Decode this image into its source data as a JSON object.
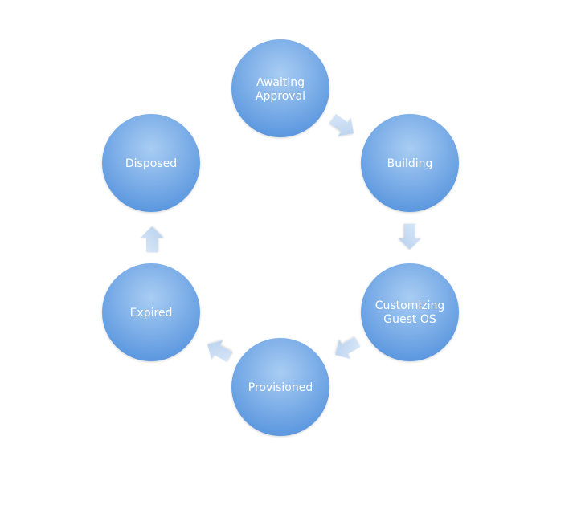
{
  "diagram": {
    "nodes": [
      {
        "id": "awaiting-approval",
        "lines": [
          "Awaiting",
          "Approval"
        ]
      },
      {
        "id": "building",
        "lines": [
          "Building"
        ]
      },
      {
        "id": "customizing-guest-os",
        "lines": [
          "Customizing",
          "Guest OS"
        ]
      },
      {
        "id": "provisioned",
        "lines": [
          "Provisioned"
        ]
      },
      {
        "id": "expired",
        "lines": [
          "Expired"
        ]
      },
      {
        "id": "disposed",
        "lines": [
          "Disposed"
        ]
      }
    ],
    "colors": {
      "circle_light": "#a9cdf3",
      "circle_dark": "#5b97df",
      "arrow_light": "#dce9f8",
      "arrow_dark": "#b5cfee",
      "text": "#ffffff"
    }
  }
}
